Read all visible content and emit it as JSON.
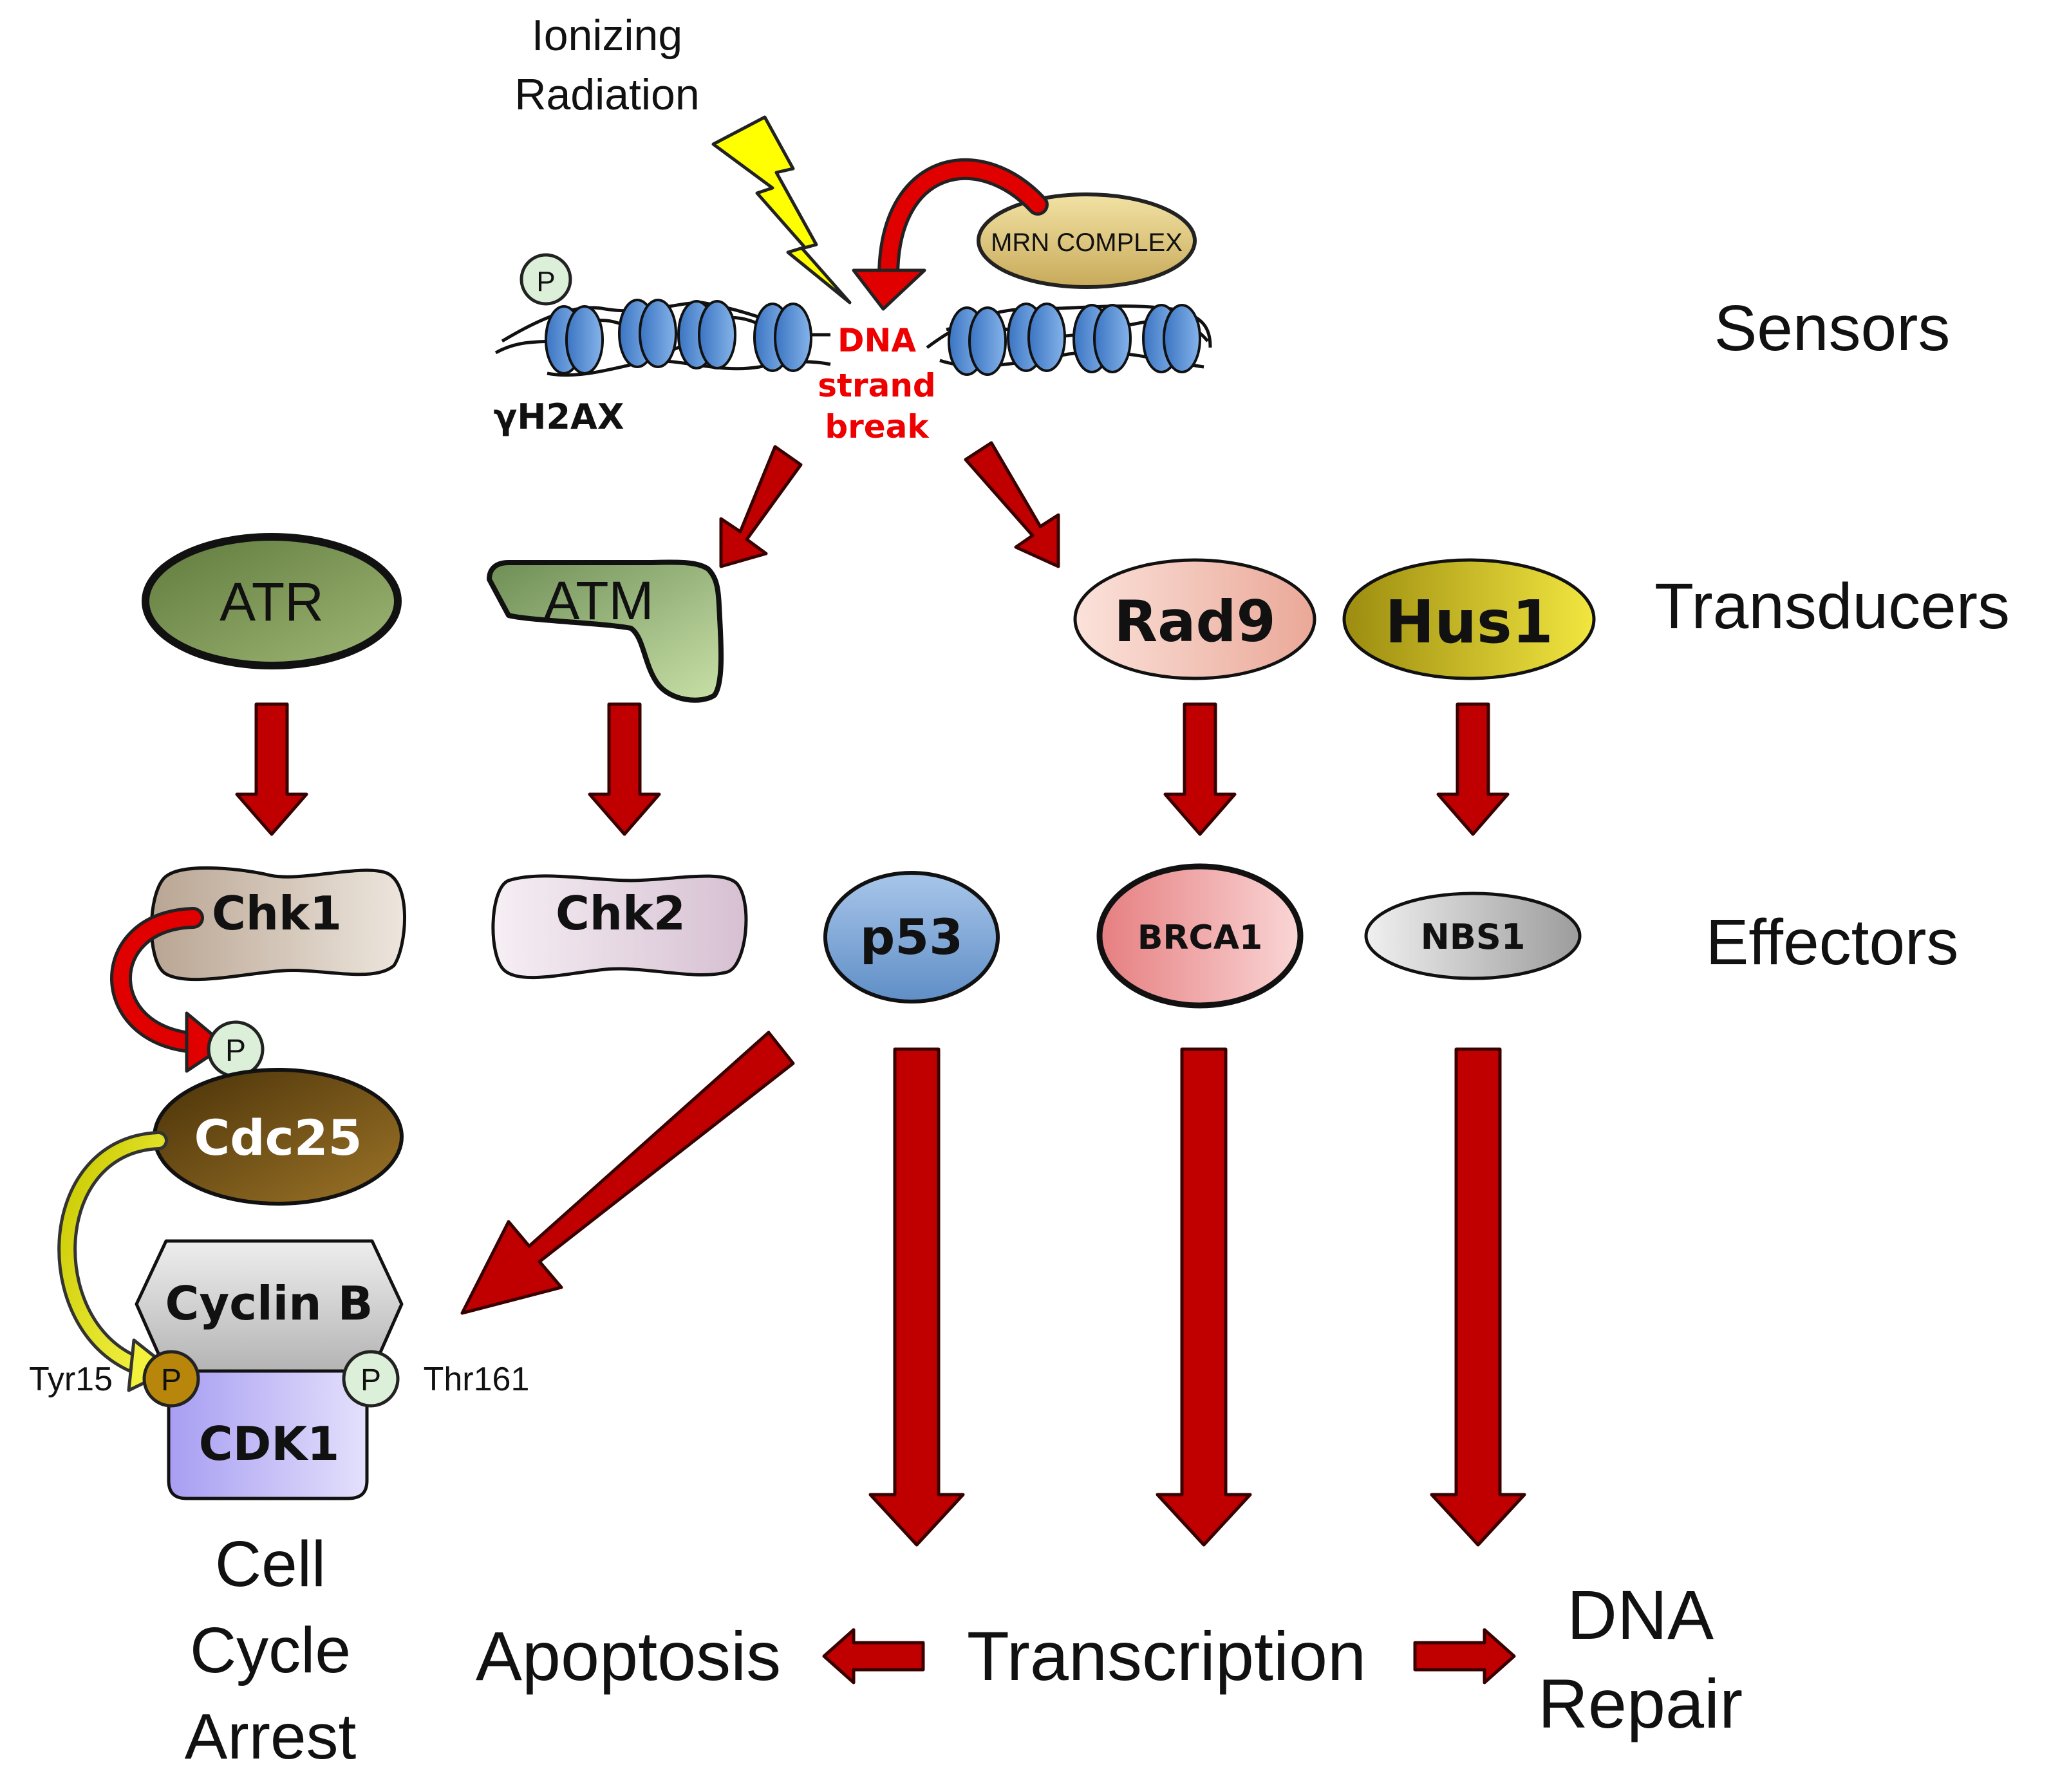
{
  "stimulus": {
    "line1": "Ionizing",
    "line2": "Radiation"
  },
  "mrn_complex": "MRN COMPLEX",
  "dna_break": {
    "line1": "DNA",
    "line2": "strand",
    "line3": "break"
  },
  "gamma_h2ax": "γH2AX",
  "phospho_label": "P",
  "rows": {
    "sensors": "Sensors",
    "transducers": "Transducers",
    "effectors": "Effectors"
  },
  "transducers": {
    "atr": "ATR",
    "atm": "ATM",
    "rad9": "Rad9",
    "hus1": "Hus1"
  },
  "effectors": {
    "chk1": "Chk1",
    "chk2": "Chk2",
    "p53": "p53",
    "brca1": "BRCA1",
    "nbs1": "NBS1"
  },
  "cell_cycle": {
    "cdc25": "Cdc25",
    "cyclin_b": "Cyclin B",
    "cdk1": "CDK1",
    "tyr15": "Tyr15",
    "thr161": "Thr161"
  },
  "outcomes": {
    "arrest": {
      "line1": "Cell",
      "line2": "Cycle",
      "line3": "Arrest"
    },
    "apoptosis": "Apoptosis",
    "transcription": "Transcription",
    "repair": {
      "line1": "DNA",
      "line2": "Repair"
    }
  },
  "colors": {
    "arrow_red": "#c00000",
    "atr": "#7f9a55",
    "atm": "#9ab87a",
    "rad9": "#f2c2b4",
    "hus1": "#d8c828",
    "chk1": "#cdbcae",
    "chk2": "#e5d6e2",
    "p53": "#6f9cce",
    "brca1": "#ec9c9c",
    "nbs1": "#c4c4c4",
    "cdc25": "#6b4e12",
    "cyclin_b": "#c9c9c9",
    "cdk1": "#b0a8f4",
    "nucleosome": "#4a86d2",
    "phospho_tyr15": "#b8860b",
    "break_text": "#ee0000"
  }
}
